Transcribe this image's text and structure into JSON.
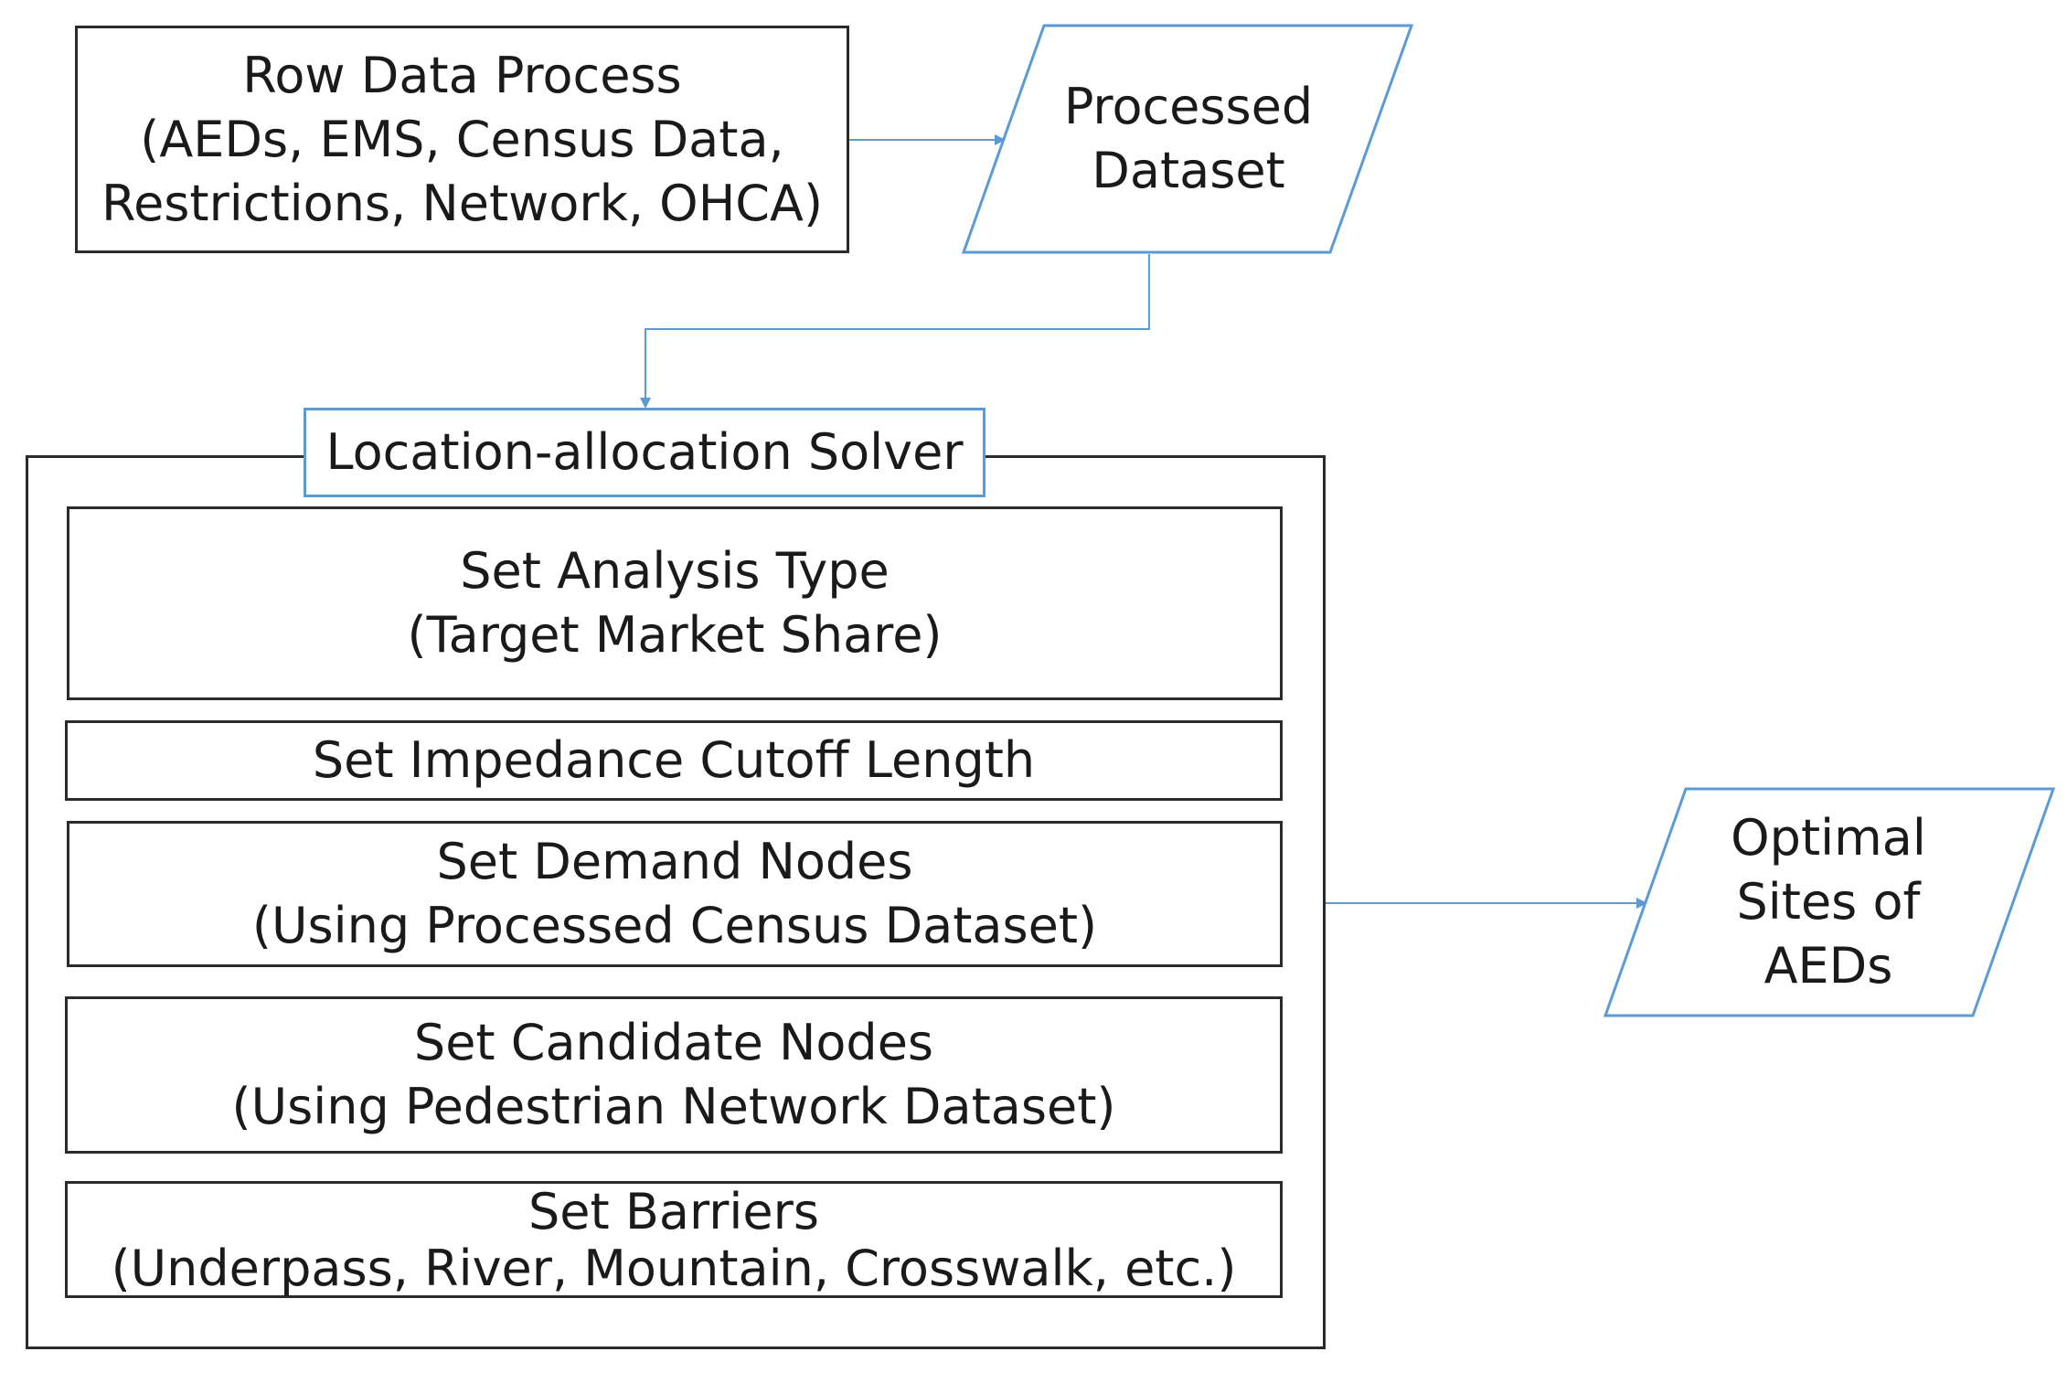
{
  "raw_data_box": {
    "lines": [
      "Row Data Process",
      "(AEDs, EMS, Census Data,",
      "Restrictions, Network, OHCA)"
    ]
  },
  "processed_dataset": {
    "lines": [
      "Processed",
      "Dataset"
    ]
  },
  "solver": {
    "title": "Location-allocation Solver",
    "steps": [
      {
        "lines": [
          "Set Analysis Type",
          "(Target Market Share)"
        ]
      },
      {
        "lines": [
          "Set Impedance Cutoff Length"
        ]
      },
      {
        "lines": [
          "Set Demand Nodes",
          "(Using Processed Census Dataset)"
        ]
      },
      {
        "lines": [
          "Set Candidate Nodes",
          "(Using Pedestrian Network Dataset)"
        ]
      },
      {
        "lines": [
          "Set Barriers",
          "(Underpass, River, Mountain, Crosswalk, etc.)"
        ]
      }
    ]
  },
  "output": {
    "lines": [
      "Optimal",
      "Sites of",
      "AEDs"
    ]
  },
  "colors": {
    "box_border": "#2b2b2b",
    "accent_blue": "#5b9bd5"
  }
}
